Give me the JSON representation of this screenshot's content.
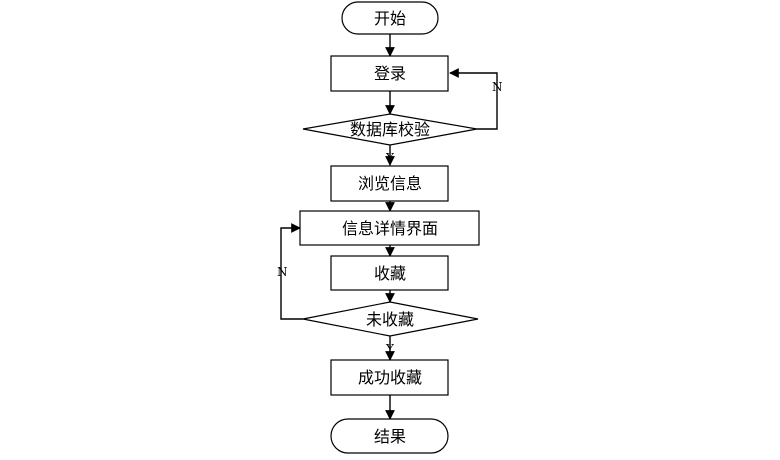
{
  "nodes": {
    "start": "开始",
    "login": "登录",
    "db_check": "数据库校验",
    "browse": "浏览信息",
    "detail": "信息详情界面",
    "collect": "收藏",
    "not_collected": "未收藏",
    "success": "成功收藏",
    "end": "结果"
  },
  "edges": {
    "db_no": "N",
    "db_yes": "Y",
    "collect_no": "N",
    "collect_yes": "Y"
  }
}
